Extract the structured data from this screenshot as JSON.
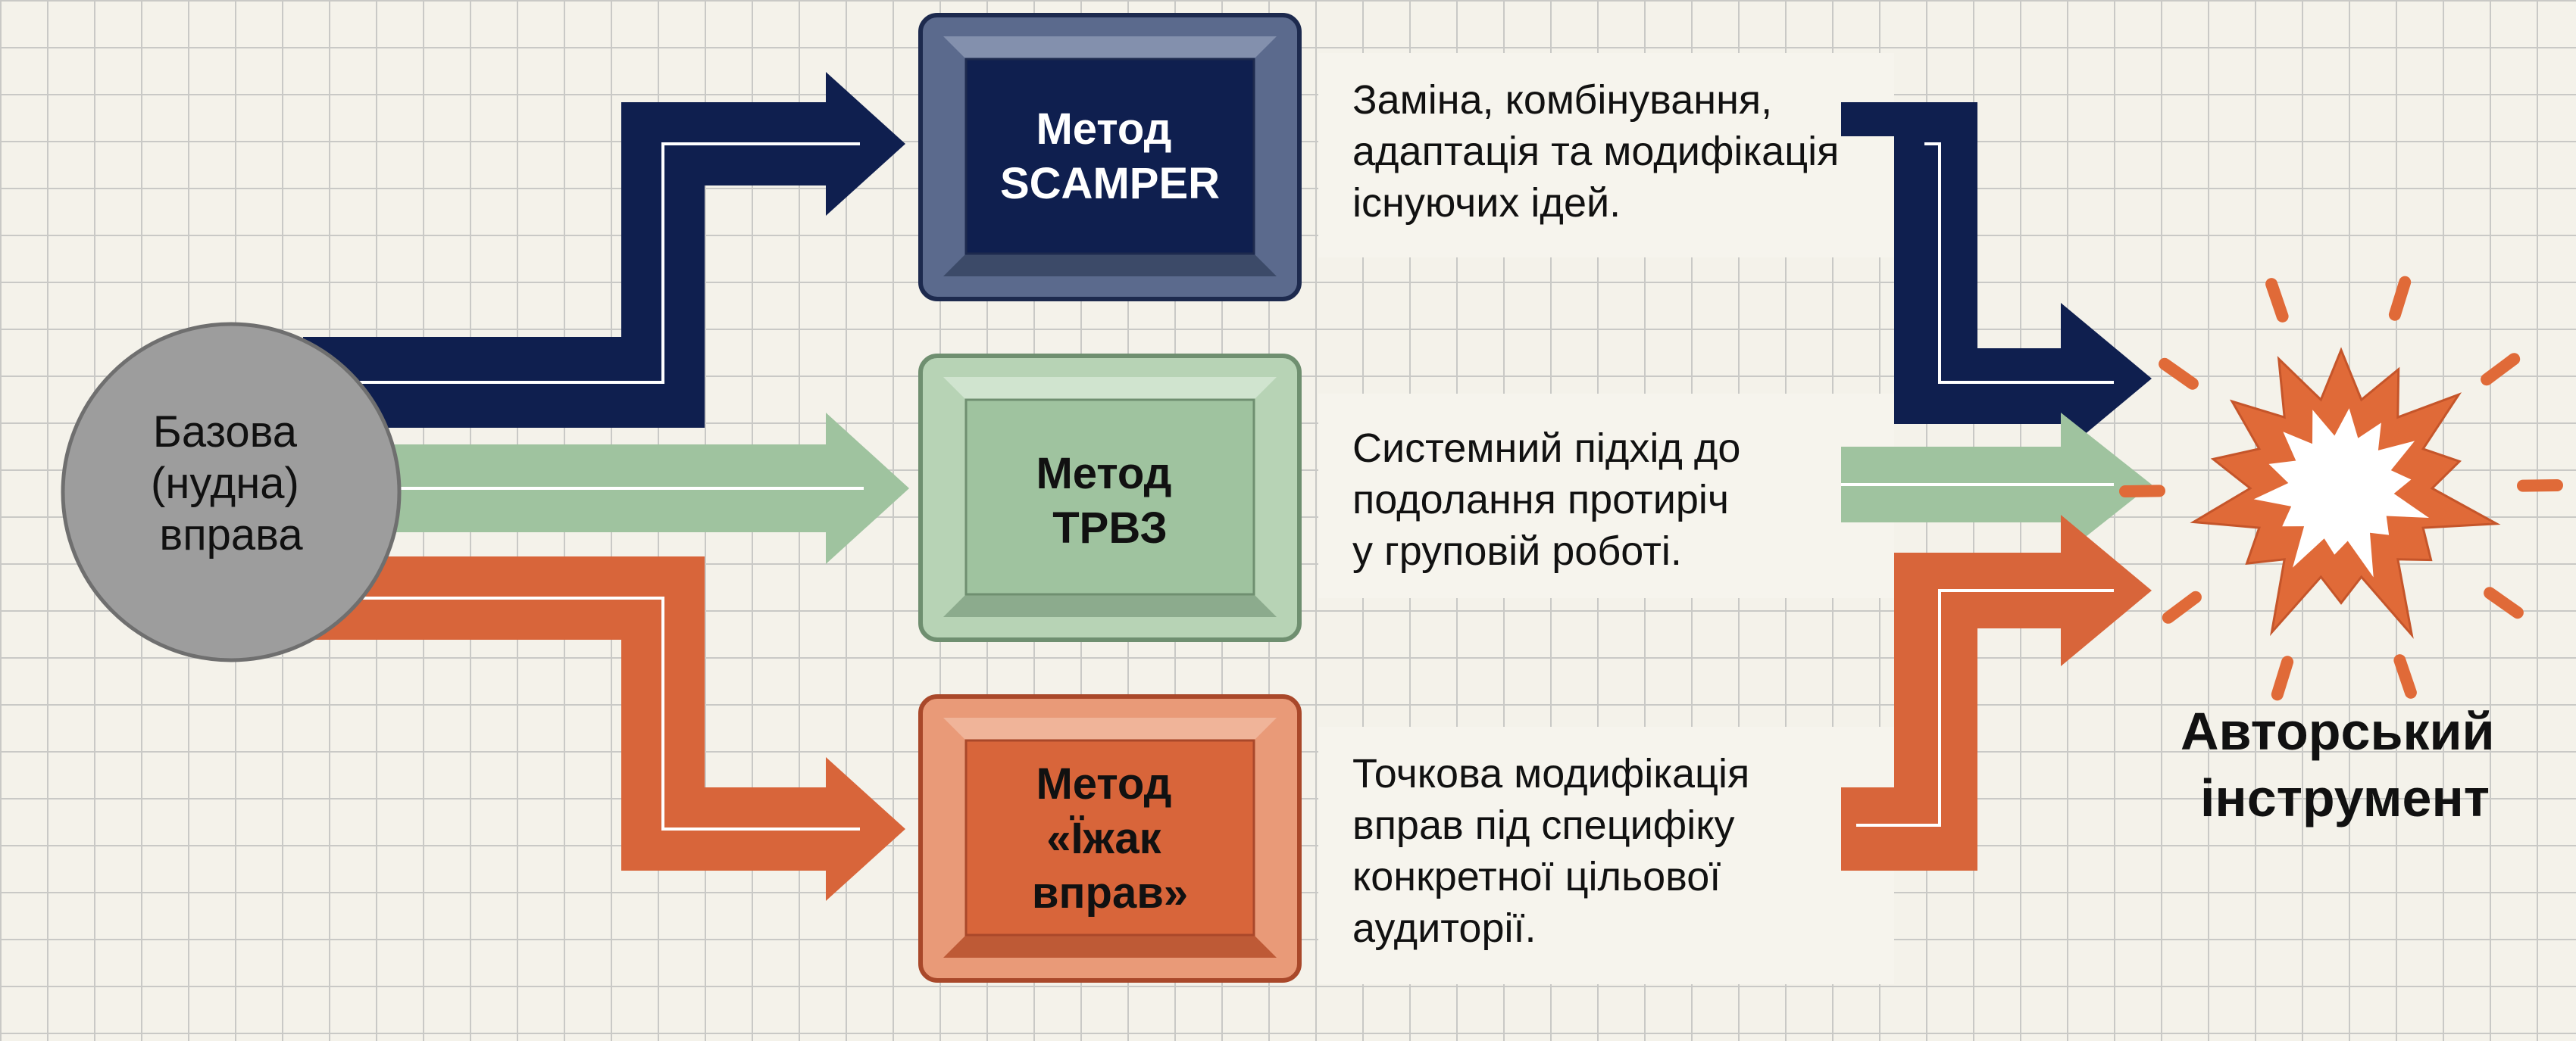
{
  "diagram": {
    "source": {
      "label_lines": [
        "Базова",
        "(нудна)",
        "вправа"
      ]
    },
    "methods": [
      {
        "id": "scamper",
        "title_lines": [
          "Метод",
          "SCAMPER"
        ],
        "description_lines": [
          "Заміна, комбінування,",
          "адаптація та модифікація",
          "існуючих ідей."
        ]
      },
      {
        "id": "trvz",
        "title_lines": [
          "Метод",
          "ТРВЗ"
        ],
        "description_lines": [
          "Системний підхід до",
          "подолання протиріч",
          "у груповій роботі."
        ]
      },
      {
        "id": "hedgehog",
        "title_lines": [
          "Метод",
          "«Їжак",
          "вправ»"
        ],
        "description_lines": [
          "Точкова модифікація",
          "вправ під специфіку",
          "конкретної цільової",
          "аудиторії."
        ]
      }
    ],
    "result": {
      "label_lines": [
        "Авторський",
        "інструмент"
      ]
    }
  },
  "colors": {
    "navy": "#0f1f4f",
    "green": "#9fc39f",
    "orange": "#d8653a",
    "circle": "#9d9d9d",
    "burst": "#e06a38",
    "text_dark": "#111111",
    "text_light": "#ffffff",
    "background": "#f4f2ea",
    "grid": "#c9c9c6"
  }
}
